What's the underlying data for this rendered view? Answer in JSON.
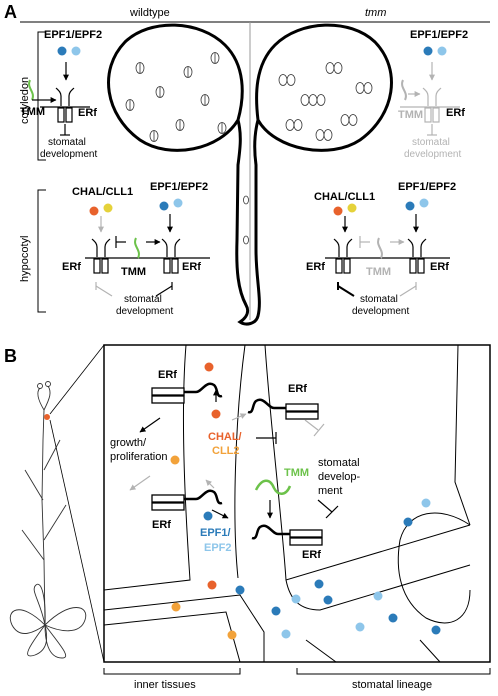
{
  "panels": {
    "a": "A",
    "b": "B"
  },
  "headers": {
    "wildtype": "wildtype",
    "tmm": "tmm"
  },
  "side_labels": {
    "cotyledon": "cotyledon",
    "hypocotyl": "hypocotyl"
  },
  "a_labels": {
    "epf_wt_cot": "EPF1/EPF2",
    "epf_tmm_cot": "EPF1/EPF2",
    "tmm_wt_cot": "TMM",
    "erf_wt_cot": "ERf",
    "erf_tmm_cot": "ERf",
    "tmm_tmm_cot": "TMM",
    "sd_wt_cot_1": "stomatal",
    "sd_wt_cot_2": "development",
    "sd_tmm_cot_1": "stomatal",
    "sd_tmm_cot_2": "development",
    "chal_wt_hyp": "CHAL/CLL1",
    "epf_wt_hyp": "EPF1/EPF2",
    "erf_wt_hyp_l": "ERf",
    "tmm_wt_hyp": "TMM",
    "erf_wt_hyp_r": "ERf",
    "sd_wt_hyp_1": "stomatal",
    "sd_wt_hyp_2": "development",
    "chal_tmm_hyp": "CHAL/CLL1",
    "epf_tmm_hyp": "EPF1/EPF2",
    "erf_tmm_hyp_l": "ERf",
    "tmm_tmm_hyp": "TMM",
    "erf_tmm_hyp_r": "ERf",
    "sd_tmm_hyp_1": "stomatal",
    "sd_tmm_hyp_2": "development"
  },
  "b_labels": {
    "erf_1": "ERf",
    "erf_2": "ERf",
    "erf_3": "ERf",
    "erf_4": "ERf",
    "growth_1": "growth/",
    "growth_2": "proliferation",
    "chal_1": "CHAL/",
    "chal_2": "CLL2",
    "tmm": "TMM",
    "sd_1": "stomatal",
    "sd_2": "develop-",
    "sd_3": "ment",
    "epf_1": "EPF1/",
    "epf_2": "EPF2",
    "inner": "inner tissues",
    "lineage": "stomatal lineage"
  },
  "colors": {
    "dark_blue": "#2b7bb9",
    "light_blue": "#8ec6ea",
    "red_orange": "#e8622c",
    "yellow": "#e5d23a",
    "orange": "#f2a23a",
    "green": "#6cc24a",
    "gray": "#b3b3b3"
  }
}
